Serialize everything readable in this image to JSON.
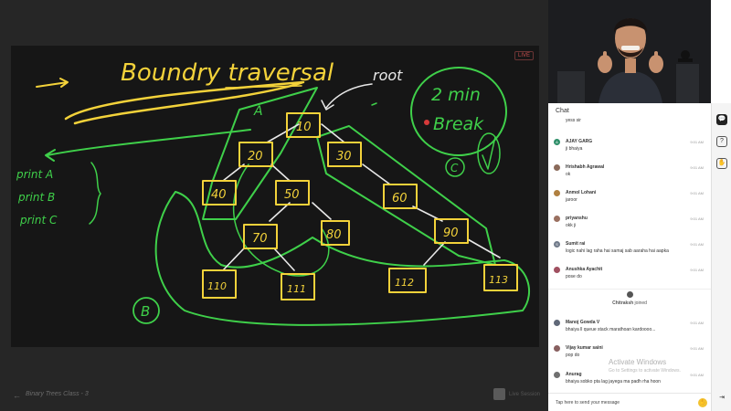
{
  "board": {
    "title": "Boundry traversal",
    "root_label": "root",
    "live_label": "LIVE",
    "nodes": [
      "10",
      "20",
      "30",
      "40",
      "50",
      "60",
      "70",
      "80",
      "90",
      "110",
      "111",
      "112",
      "113"
    ],
    "labels": {
      "a": "A",
      "b": "B",
      "c": "C"
    },
    "left_notes": [
      "print A",
      "print B",
      "print C"
    ],
    "break_text": [
      "2 min",
      "Break"
    ]
  },
  "footer": {
    "class_title": "Binary Trees Class - 3",
    "live_label": "Live Session"
  },
  "chat": {
    "header": "Chat",
    "messages": [
      {
        "name": "",
        "time": "",
        "text": "yess sir",
        "avatar_color": "#888888",
        "initial": ""
      },
      {
        "name": "AJAY GARG",
        "time": "9:01 AM",
        "text": "ji bhaiya",
        "avatar_color": "#2f8f6a",
        "initial": "A"
      },
      {
        "name": "Hrishabh Agrawal",
        "time": "9:01 AM",
        "text": "ok",
        "avatar_color": "#8a6a5a",
        "initial": ""
      },
      {
        "name": "Anmol Lohani",
        "time": "9:01 AM",
        "text": "jaroor",
        "avatar_color": "#b08040",
        "initial": ""
      },
      {
        "name": "priyanshu",
        "time": "9:01 AM",
        "text": "okk ji",
        "avatar_color": "#9a7060",
        "initial": ""
      },
      {
        "name": "Sumit rai",
        "time": "9:01 AM",
        "text": "logic nahi lag raha hai samaj sab aaraha hai aapka",
        "avatar_color": "#707a8a",
        "initial": "S"
      },
      {
        "name": "Anushka Ayachit",
        "time": "9:01 AM",
        "text": "pose do",
        "avatar_color": "#a05060",
        "initial": ""
      }
    ],
    "system": {
      "name": "Chitraksh",
      "action": "joined"
    },
    "messages_after": [
      {
        "name": "Manoj Gowda V",
        "time": "9:01 AM",
        "text": "bhaiya ll queue stack marathoan kardoooo...",
        "avatar_color": "#606878",
        "initial": ""
      },
      {
        "name": "Vijay kumar saini",
        "time": "9:01 AM",
        "text": "pop do",
        "avatar_color": "#886060",
        "initial": ""
      },
      {
        "name": "Anurag",
        "time": "9:01 AM",
        "text": "bhaiya sobko pta lag jayega ma padh rha hoon",
        "avatar_color": "#707070",
        "initial": ""
      }
    ],
    "input_placeholder": "Tap here to send your message"
  },
  "os": {
    "activate_title": "Activate Windows",
    "activate_sub": "Go to Settings to activate Windows."
  },
  "colors": {
    "ink_green": "#3fd04a",
    "ink_yellow": "#f3d23a",
    "ink_white": "#e8e8e8",
    "accent": "#f2c230"
  }
}
